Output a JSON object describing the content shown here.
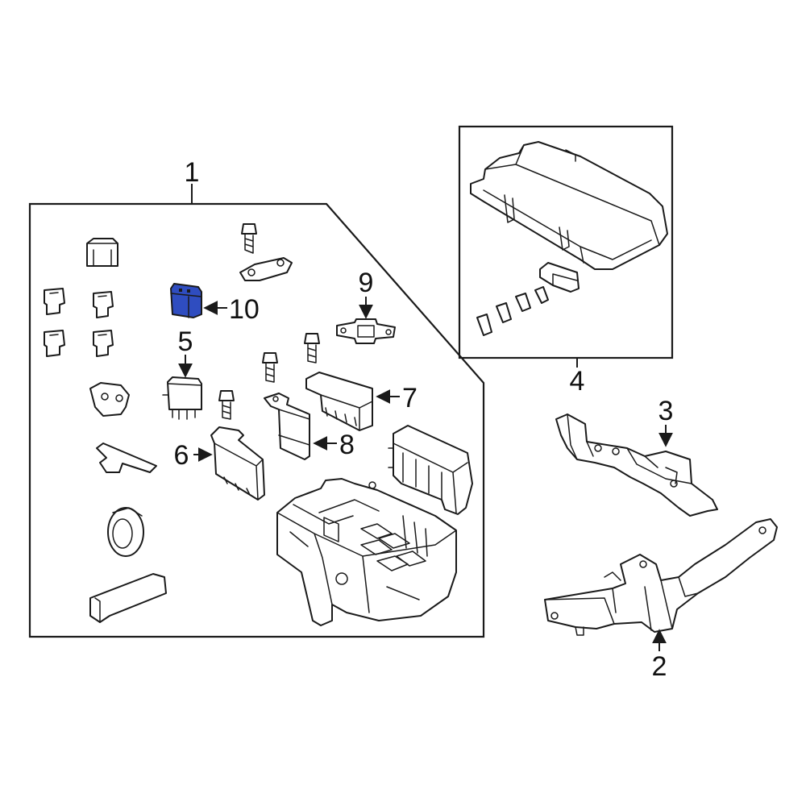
{
  "diagram": {
    "highlight_color": "#2f4dc0",
    "highlighted_part": "10",
    "callouts": {
      "c1": "1",
      "c2": "2",
      "c3": "3",
      "c4": "4",
      "c5": "5",
      "c6": "6",
      "c7": "7",
      "c8": "8",
      "c9": "9",
      "c10": "10"
    }
  }
}
